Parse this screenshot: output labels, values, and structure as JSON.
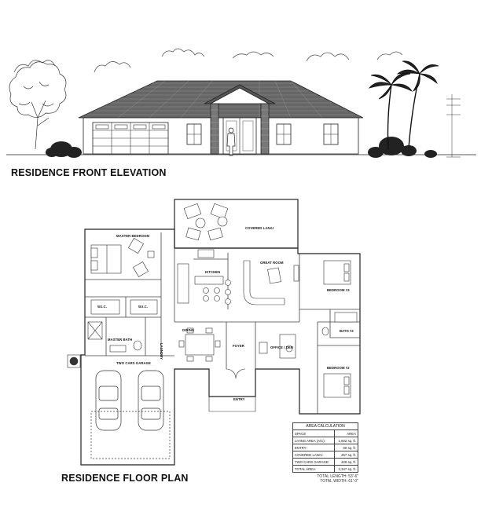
{
  "elevation": {
    "title": "RESIDENCE FRONT ELEVATION"
  },
  "floor_plan": {
    "title": "RESIDENCE FLOOR PLAN",
    "rooms": {
      "master_bedroom": "MASTER BEDROOM",
      "covered_lanai": "COVERED LANAI",
      "great_room": "GREAT ROOM",
      "kitchen": "KITCHEN",
      "bedroom_3": "BEDROOM #3",
      "wic_1": "W.I.C.",
      "wic_2": "W.I.C.",
      "master_bath": "MASTER BATH",
      "laundry": "LAUNDRY",
      "dining": "DINING",
      "foyer": "FOYER",
      "office_den": "OFFICE / DEN",
      "bath_2": "BATH #2",
      "bedroom_2": "BEDROOM #2",
      "two_cars_garage": "TWO CARS GARAGE",
      "entry": "ENTRY"
    },
    "area_calculation": {
      "title": "AREA CALCULATION",
      "headers": [
        "SPACE",
        "AREA"
      ],
      "rows": [
        [
          "LIVING AREA (A/C):",
          "1,602  sq. ft."
        ],
        [
          "ENTRY:",
          "60  sq. ft."
        ],
        [
          "COVERED LANAI:",
          "257  sq. ft."
        ],
        [
          "TWO CARS GARAGE:",
          "428  sq. ft."
        ],
        [
          "TOTAL AREA:",
          "2,347  sq. ft."
        ]
      ]
    },
    "totals": {
      "length": "TOTAL LENGTH:  53'-6\"",
      "width": "TOTAL WIDTH:   61'-0\""
    }
  }
}
